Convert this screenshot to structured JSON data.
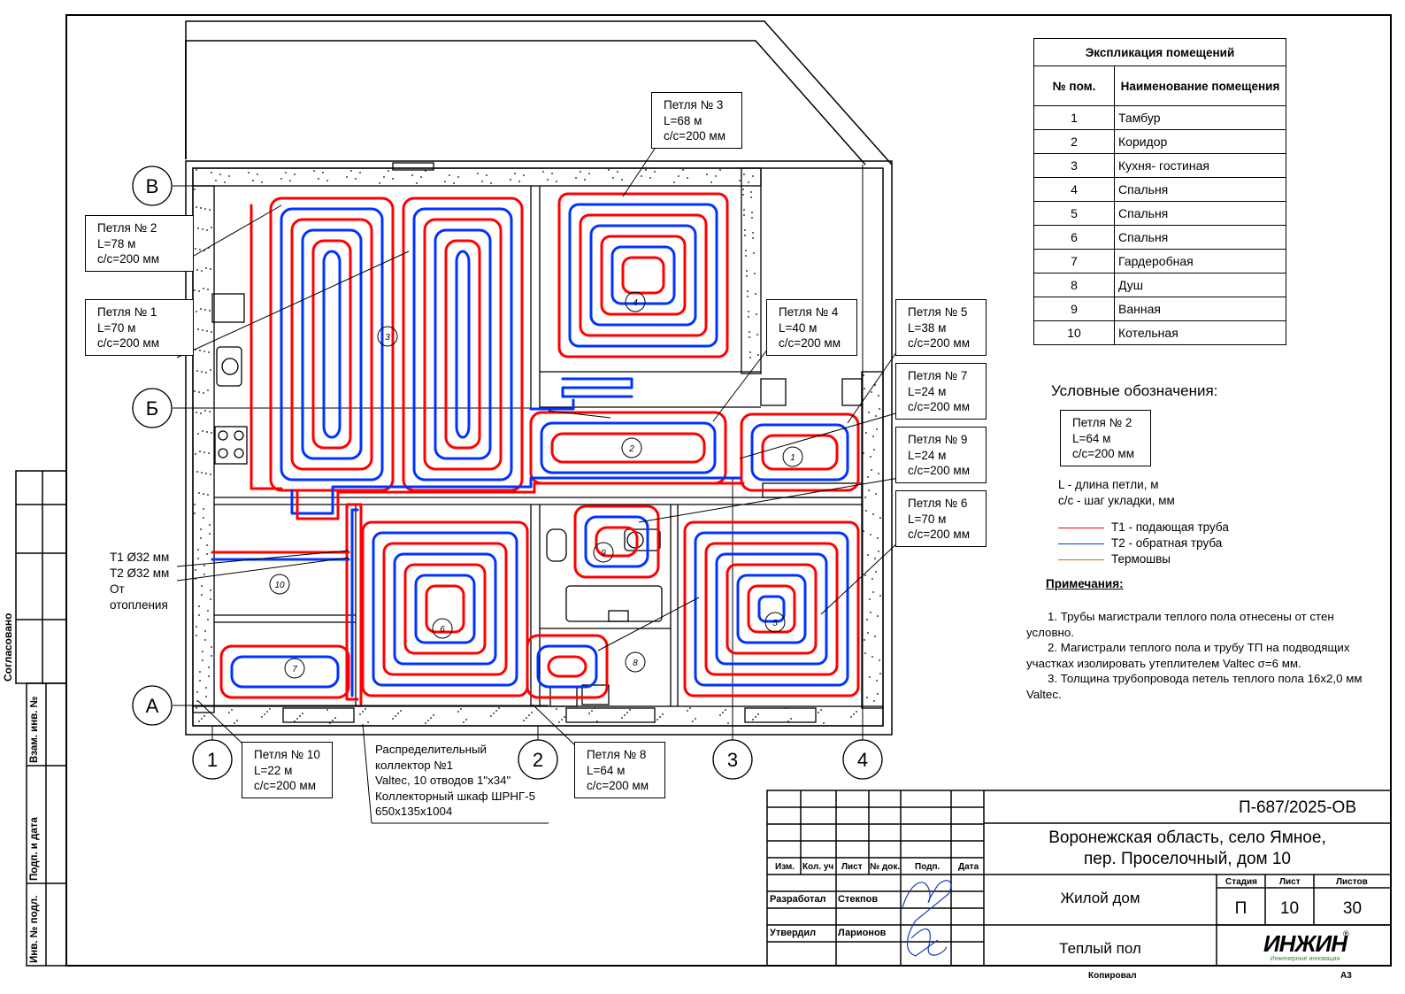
{
  "sheet": {
    "approved_label": "Согласовано",
    "side_labels": [
      "Взам. инв. №",
      "Подп. и дата",
      "Инв. № подл."
    ]
  },
  "axes": {
    "rows": [
      "В",
      "Б",
      "А"
    ],
    "cols": [
      "1",
      "2",
      "3",
      "4"
    ]
  },
  "loops": [
    {
      "id": "loop2",
      "title": "Петля № 2",
      "length": "L=78 м",
      "step": "с/с=200 мм"
    },
    {
      "id": "loop1",
      "title": "Петля № 1",
      "length": "L=70 м",
      "step": "с/с=200 мм"
    },
    {
      "id": "loop3",
      "title": "Петля № 3",
      "length": "L=68 м",
      "step": "с/с=200 мм"
    },
    {
      "id": "loop4",
      "title": "Петля № 4",
      "length": "L=40 м",
      "step": "с/с=200 мм"
    },
    {
      "id": "loop5",
      "title": "Петля № 5",
      "length": "L=38 м",
      "step": "с/с=200 мм"
    },
    {
      "id": "loop7",
      "title": "Петля № 7",
      "length": "L=24 м",
      "step": "с/с=200 мм"
    },
    {
      "id": "loop9",
      "title": "Петля № 9",
      "length": "L=24 м",
      "step": "с/с=200 мм"
    },
    {
      "id": "loop6",
      "title": "Петля № 6",
      "length": "L=70 м",
      "step": "с/с=200 мм"
    },
    {
      "id": "loop10",
      "title": "Петля № 10",
      "length": "L=22 м",
      "step": "с/с=200 мм"
    },
    {
      "id": "loop8",
      "title": "Петля № 8",
      "length": "L=64 м",
      "step": "с/с=200 мм"
    }
  ],
  "room_marks": [
    "1",
    "2",
    "3",
    "4",
    "5",
    "6",
    "7",
    "8",
    "9",
    "10"
  ],
  "supply": {
    "t1": "Т1 Ø32 мм",
    "t2": "Т2 Ø32 мм",
    "from1": "От",
    "from2": "отопления"
  },
  "collector": {
    "lines": [
      "Распределительный",
      "коллектор №1",
      "Valtec, 10 отводов 1\"х34\"",
      "Коллекторный шкаф ШРНГ-5",
      "650х135х1004"
    ]
  },
  "explication": {
    "title": "Экспликация помещений",
    "col_num": "№ пом.",
    "col_name": "Наименование помещения",
    "rows": [
      {
        "num": "1",
        "name": "Тамбур"
      },
      {
        "num": "2",
        "name": "Коридор"
      },
      {
        "num": "3",
        "name": "Кухня- гостиная"
      },
      {
        "num": "4",
        "name": "Спальня"
      },
      {
        "num": "5",
        "name": "Спальня"
      },
      {
        "num": "6",
        "name": "Спальня"
      },
      {
        "num": "7",
        "name": "Гардеробная"
      },
      {
        "num": "8",
        "name": "Душ"
      },
      {
        "num": "9",
        "name": "Ванная"
      },
      {
        "num": "10",
        "name": "Котельная"
      }
    ]
  },
  "legend": {
    "title": "Условные обозначения:",
    "sample": {
      "title": "Петля № 2",
      "length": "L=64 м",
      "step": "с/с=200 мм"
    },
    "explain_l": "L - длина петли, м",
    "explain_s": "с/с - шаг укладки, мм",
    "items": [
      {
        "label": "Т1 - подающая труба",
        "color": "#ff0000"
      },
      {
        "label": "Т2 - обратная труба",
        "color": "#0033ff"
      },
      {
        "label": "Термошвы",
        "color": "#c87800"
      }
    ]
  },
  "notes": {
    "title": "Примечания:",
    "items": [
      "1.    Трубы магистрали теплого пола отнесены от стен условно.",
      "2.    Магистрали теплого пола и трубу ТП на подводящих участках изолировать утеплителем Valtec σ=6 мм.",
      "3.    Толщина трубопровода петель теплого пола 16х2,0 мм Valtec."
    ]
  },
  "title_block": {
    "code": "П-687/2025-ОВ",
    "address1": "Воронежская область, село Ямное,",
    "address2": "пер. Проселочный, дом 10",
    "object": "Жилой дом",
    "sheet_name": "Теплый пол",
    "head": [
      "Изм.",
      "Кол. уч",
      "Лист",
      "№ док.",
      "Подп.",
      "Дата"
    ],
    "developed_label": "Разработал",
    "developed_name": "Стекпов",
    "approved_label": "Утвердил",
    "approved_name": "Ларионов",
    "stage_label": "Стадия",
    "sheet_label": "Лист",
    "sheets_label": "Листов",
    "stage": "П",
    "sheet": "10",
    "sheets": "30",
    "logo": "ИНЖИН",
    "logo_sub": "Инженерные инновации",
    "copied": "Копировал",
    "format": "А3"
  },
  "colors": {
    "supply": "#ff0000",
    "return": "#0033ff",
    "joint": "#c87800",
    "wall_fill": "#ffffff"
  }
}
